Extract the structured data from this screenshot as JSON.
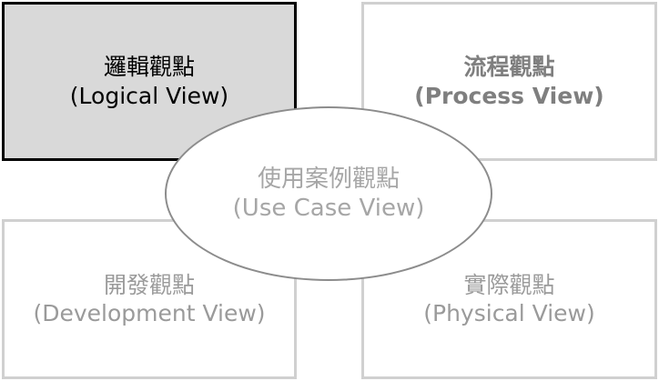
{
  "views": {
    "logical": {
      "zh": "邏輯觀點",
      "en": "(Logical View)"
    },
    "process": {
      "zh": "流程觀點",
      "en": "(Process View)"
    },
    "development": {
      "zh": "開發觀點",
      "en": "(Development View)"
    },
    "physical": {
      "zh": "實際觀點",
      "en": "(Physical View)"
    },
    "usecase": {
      "zh": "使用案例觀點",
      "en": "(Use Case View)"
    }
  },
  "colors": {
    "highlight_fill": "#d9d9d9",
    "highlight_border": "#000000",
    "inactive_border": "#d0d0d0",
    "inactive_text": "#9a9a9a",
    "ellipse_border": "#8c8c8c"
  }
}
